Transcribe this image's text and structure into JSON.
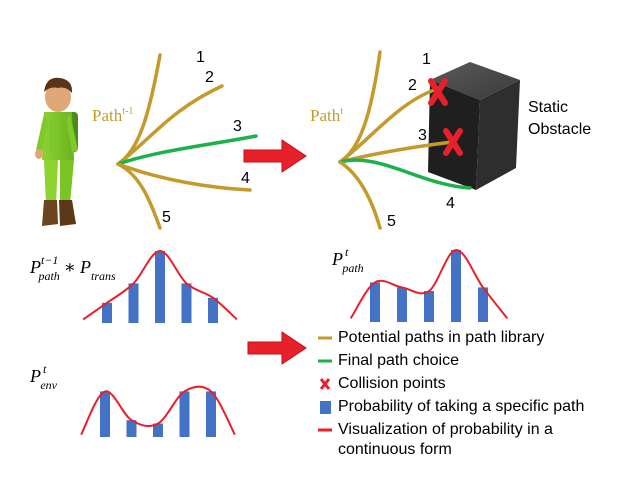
{
  "colors": {
    "potential_path": "#c39a2b",
    "final_path": "#1db14c",
    "collision": "#e8202a",
    "bar": "#4472c4",
    "curve": "#e8202a",
    "arrow": "#e8202a",
    "obstacle": "#2a2a2a"
  },
  "left_panel": {
    "label_main": "Path",
    "label_sup": "t-1",
    "path_numbers": [
      "1",
      "2",
      "3",
      "4",
      "5"
    ]
  },
  "right_panel": {
    "label_main": "Path",
    "label_sup": "t",
    "path_numbers": [
      "1",
      "2",
      "3",
      "4",
      "5"
    ],
    "obstacle_label_line1": "Static",
    "obstacle_label_line2": "Obstacle"
  },
  "formulas": {
    "prior_P": "P",
    "prior_sub1": "path",
    "prior_sup1": "t−1",
    "prior_op": "∗",
    "prior_P2": "P",
    "prior_sub2": "trans",
    "posterior_P": "P",
    "posterior_sub": "path",
    "posterior_sup": "t",
    "env_P": "P",
    "env_sub": "env",
    "env_sup": "t"
  },
  "distributions": {
    "prior_bars": [
      0.28,
      0.55,
      1.0,
      0.55,
      0.35
    ],
    "posterior_bars": [
      0.55,
      0.48,
      0.43,
      1.0,
      0.48
    ],
    "env_bars": [
      0.95,
      0.35,
      0.28,
      0.95,
      0.95
    ]
  },
  "legend": [
    {
      "symbol": "potential-path-line-icon",
      "text": "Potential paths in path library"
    },
    {
      "symbol": "final-path-line-icon",
      "text": "Final path choice"
    },
    {
      "symbol": "collision-x-icon",
      "text": "Collision points"
    },
    {
      "symbol": "probability-bar-icon",
      "text": "Probability of taking a specific path"
    },
    {
      "symbol": "probability-curve-line-icon",
      "text": "Visualization of probability in a",
      "text2": "continuous form"
    }
  ]
}
